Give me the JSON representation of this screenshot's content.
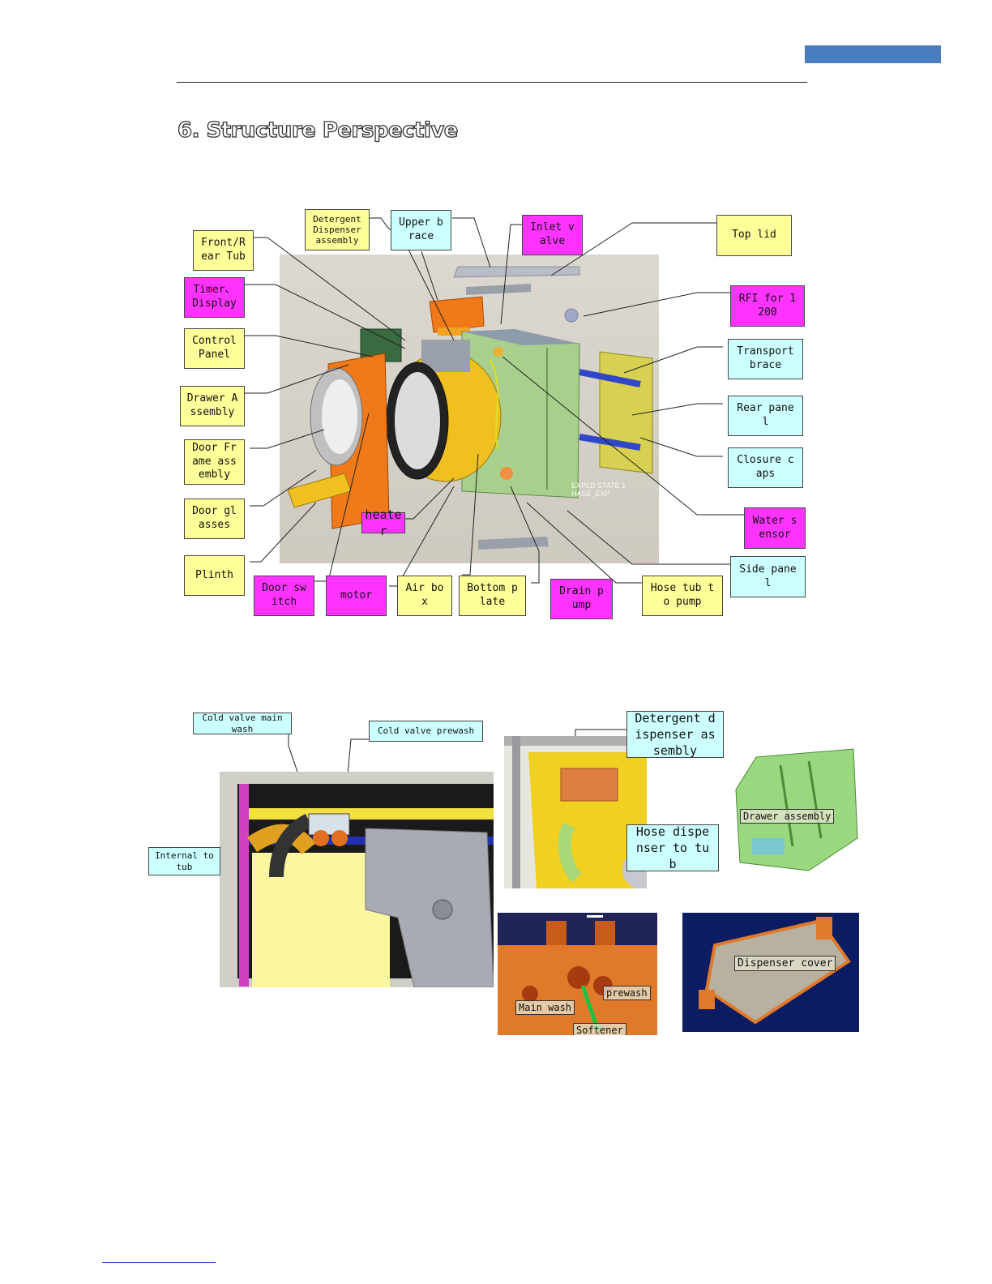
{
  "section_title": "6. Structure Perspective",
  "diagram1": {
    "watermark": "EXPLD STATE 1 HASE_EXP",
    "labels": {
      "front_rear_tub": "Front/R ear Tub",
      "timer_display": "Timer、 Display",
      "control_panel": "Control Panel",
      "drawer_assembly": "Drawer A ssembly",
      "door_frame_assembly": "Door Fr ame ass embly",
      "door_glasses": "Door gl asses",
      "plinth": "Plinth",
      "detergent_dispenser_assembly": "Detergent Dispenser assembly",
      "upper_brace": "Upper b race",
      "inlet_valve": "Inlet v alve",
      "top_lid": "Top lid",
      "rfi_for_1200": "RFI for 1 200",
      "transport_brace": "Transport brace",
      "rear_panel": "Rear pane l",
      "closure_caps": "Closure c aps",
      "water_sensor": "Water s ensor",
      "side_panel": "Side pane l",
      "heater": "heater",
      "door_switch": "Door sw itch",
      "motor": "motor",
      "air_box": "Air bo x",
      "bottom_plate": "Bottom p late",
      "drain_pump": "Drain p ump",
      "hose_tub_to_pump": "Hose tub t o pump"
    }
  },
  "diagram2": {
    "labels": {
      "cold_valve_main_wash": "Cold valve main wash",
      "cold_valve_prewash": "Cold valve prewash",
      "internal_to_tub": "Internal to tub",
      "detergent_dispenser_assembly": "Detergent d ispenser as sembly",
      "hose_dispenser_to_tub": "Hose dispe nser to tu b",
      "drawer_assembly": "Drawer assembly",
      "main_wash": "Main wash",
      "prewash": "prewash",
      "softener": "Softener",
      "dispenser_cover": "Dispenser cover"
    }
  },
  "colors": {
    "header_bar": "#4a7cc0",
    "label_yellow": "#ffff99",
    "label_magenta": "#ff33ff",
    "label_cyan": "#ccffff"
  }
}
